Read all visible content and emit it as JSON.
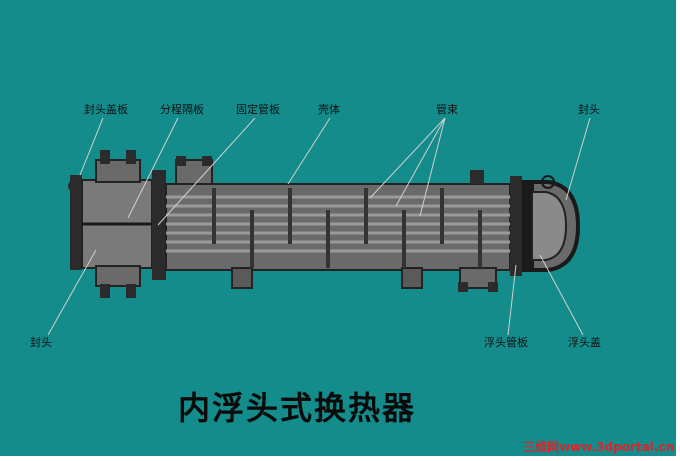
{
  "labels": {
    "head_cover_plate": "封头盖板",
    "pass_partition": "分程隔板",
    "fixed_tube_sheet": "固定管板",
    "shell": "壳体",
    "tube_bundle": "管束",
    "head_right": "封头",
    "head_left_bottom": "封头",
    "floating_tube_sheet": "浮头管板",
    "floating_head_cover": "浮头盖"
  },
  "title": "内浮头式换热器",
  "watermark": "三维网www.3dportal.cn",
  "colors": {
    "background": "#148c8c",
    "metal_dark": "#2b2b2b",
    "metal_mid": "#5a5a5a",
    "metal_light": "#9a9a9a",
    "channel": "#7a7a7a",
    "leader": "#d0d0d0"
  }
}
